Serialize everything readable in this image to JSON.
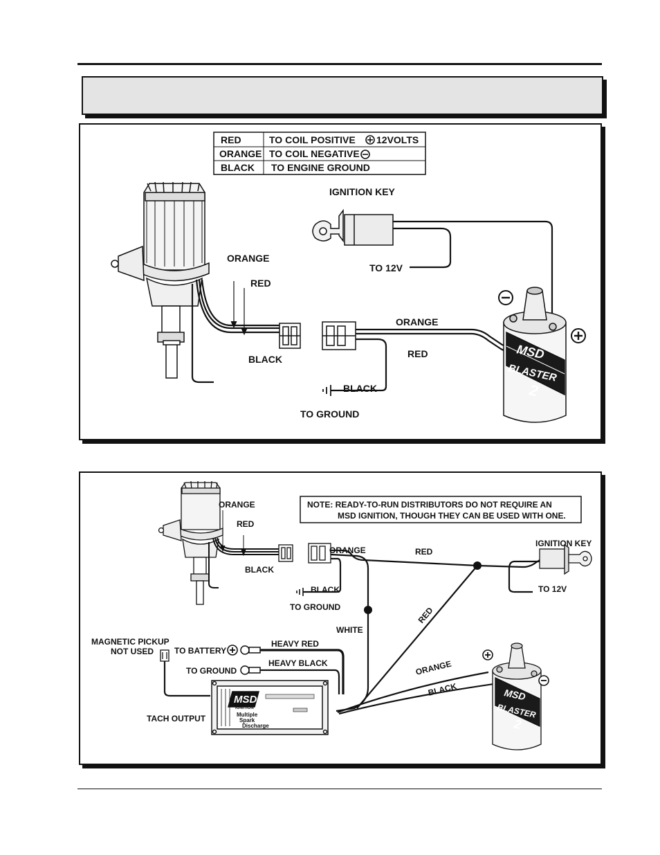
{
  "diagram1": {
    "legend": [
      {
        "color": "RED",
        "desc": "TO COIL POSITIVE",
        "extra": "12VOLTS"
      },
      {
        "color": "ORANGE",
        "desc": "TO COIL NEGATIVE",
        "extra": ""
      },
      {
        "color": "BLACK",
        "desc": "TO ENGINE GROUND",
        "extra": ""
      }
    ],
    "labels": {
      "ignition_key": "IGNITION KEY",
      "to_12v": "TO 12V",
      "orange_dist": "ORANGE",
      "red_dist": "RED",
      "black_dist": "BLACK",
      "orange_coil": "ORANGE",
      "red_coil": "RED",
      "black_ground": "BLACK",
      "to_ground": "TO GROUND"
    },
    "coil_brand": "MSD",
    "coil_model": "BLASTER",
    "coil_number": "2"
  },
  "diagram2": {
    "note_line1": "NOTE: READY-TO-RUN DISTRIBUTORS DO NOT REQUIRE AN",
    "note_line2": "MSD IGNITION, THOUGH THEY CAN BE USED WITH ONE.",
    "labels": {
      "orange_dist": "ORANGE",
      "red_dist": "RED",
      "black_dist": "BLACK",
      "orange_conn": "ORANGE",
      "red_top": "RED",
      "ignition_key": "IGNITION KEY",
      "to_12v": "TO 12V",
      "black_ground": "BLACK",
      "to_ground": "TO GROUND",
      "white": "WHITE",
      "red_diag": "RED",
      "magnetic_pickup_1": "MAGNETIC PICKUP",
      "magnetic_pickup_2": "NOT USED",
      "to_battery": "TO BATTERY",
      "heavy_red": "HEAVY RED",
      "to_ground_2": "TO GROUND",
      "heavy_black": "HEAVY BLACK",
      "tach_output": "TACH OUTPUT",
      "orange_coil": "ORANGE",
      "black_coil": "BLACK"
    },
    "box_brand": "MSD",
    "box_sub": "IGNITION",
    "box_desc1": "Multiple",
    "box_desc2": "Spark",
    "box_desc3": "Discharge",
    "coil_brand": "MSD",
    "coil_model": "BLASTER",
    "coil_number": "2"
  }
}
